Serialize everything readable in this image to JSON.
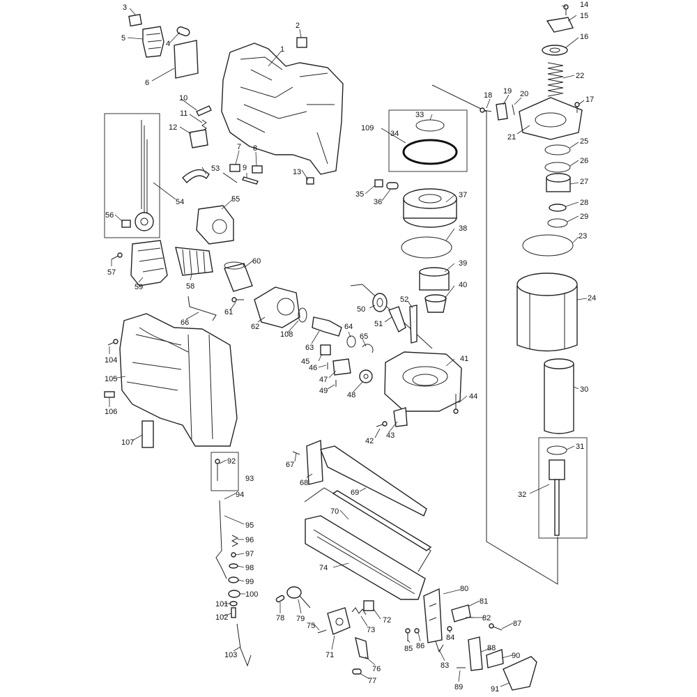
{
  "diagram": {
    "labels": [
      {
        "id": "p1",
        "text": "1"
      },
      {
        "id": "p2",
        "text": "2"
      },
      {
        "id": "p3",
        "text": "3"
      },
      {
        "id": "p4",
        "text": "4"
      },
      {
        "id": "p5",
        "text": "5"
      },
      {
        "id": "p6",
        "text": "6"
      },
      {
        "id": "p7",
        "text": "7"
      },
      {
        "id": "p8",
        "text": "8"
      },
      {
        "id": "p9",
        "text": "9"
      },
      {
        "id": "p10",
        "text": "10"
      },
      {
        "id": "p11",
        "text": "11"
      },
      {
        "id": "p12",
        "text": "12"
      },
      {
        "id": "p13",
        "text": "13"
      },
      {
        "id": "p14",
        "text": "14"
      },
      {
        "id": "p15",
        "text": "15"
      },
      {
        "id": "p16",
        "text": "16"
      },
      {
        "id": "p17",
        "text": "17"
      },
      {
        "id": "p18",
        "text": "18"
      },
      {
        "id": "p19",
        "text": "19"
      },
      {
        "id": "p20",
        "text": "20"
      },
      {
        "id": "p21",
        "text": "21"
      },
      {
        "id": "p22",
        "text": "22"
      },
      {
        "id": "p23",
        "text": "23"
      },
      {
        "id": "p24",
        "text": "24"
      },
      {
        "id": "p25",
        "text": "25"
      },
      {
        "id": "p26",
        "text": "26"
      },
      {
        "id": "p27",
        "text": "27"
      },
      {
        "id": "p28",
        "text": "28"
      },
      {
        "id": "p29",
        "text": "29"
      },
      {
        "id": "p30",
        "text": "30"
      },
      {
        "id": "p31",
        "text": "31"
      },
      {
        "id": "p32",
        "text": "32"
      },
      {
        "id": "p33",
        "text": "33"
      },
      {
        "id": "p34",
        "text": "34"
      },
      {
        "id": "p35",
        "text": "35"
      },
      {
        "id": "p36",
        "text": "36"
      },
      {
        "id": "p37",
        "text": "37"
      },
      {
        "id": "p38",
        "text": "38"
      },
      {
        "id": "p39",
        "text": "39"
      },
      {
        "id": "p40",
        "text": "40"
      },
      {
        "id": "p41",
        "text": "41"
      },
      {
        "id": "p42",
        "text": "42"
      },
      {
        "id": "p43",
        "text": "43"
      },
      {
        "id": "p44",
        "text": "44"
      },
      {
        "id": "p45",
        "text": "45"
      },
      {
        "id": "p46",
        "text": "46"
      },
      {
        "id": "p47",
        "text": "47"
      },
      {
        "id": "p48",
        "text": "48"
      },
      {
        "id": "p49",
        "text": "49"
      },
      {
        "id": "p50",
        "text": "50"
      },
      {
        "id": "p51",
        "text": "51"
      },
      {
        "id": "p52",
        "text": "52"
      },
      {
        "id": "p53",
        "text": "53"
      },
      {
        "id": "p54",
        "text": "54"
      },
      {
        "id": "p55",
        "text": "55"
      },
      {
        "id": "p56",
        "text": "56"
      },
      {
        "id": "p57",
        "text": "57"
      },
      {
        "id": "p58",
        "text": "58"
      },
      {
        "id": "p59",
        "text": "59"
      },
      {
        "id": "p60",
        "text": "60"
      },
      {
        "id": "p61",
        "text": "61"
      },
      {
        "id": "p62",
        "text": "62"
      },
      {
        "id": "p63",
        "text": "63"
      },
      {
        "id": "p64",
        "text": "64"
      },
      {
        "id": "p65",
        "text": "65"
      },
      {
        "id": "p66",
        "text": "66"
      },
      {
        "id": "p67",
        "text": "67"
      },
      {
        "id": "p68",
        "text": "68"
      },
      {
        "id": "p69",
        "text": "69"
      },
      {
        "id": "p70",
        "text": "70"
      },
      {
        "id": "p71",
        "text": "71"
      },
      {
        "id": "p72",
        "text": "72"
      },
      {
        "id": "p73",
        "text": "73"
      },
      {
        "id": "p74",
        "text": "74"
      },
      {
        "id": "p75",
        "text": "75"
      },
      {
        "id": "p76",
        "text": "76"
      },
      {
        "id": "p77",
        "text": "77"
      },
      {
        "id": "p78",
        "text": "78"
      },
      {
        "id": "p79",
        "text": "79"
      },
      {
        "id": "p80",
        "text": "80"
      },
      {
        "id": "p81",
        "text": "81"
      },
      {
        "id": "p82",
        "text": "82"
      },
      {
        "id": "p83",
        "text": "83"
      },
      {
        "id": "p84",
        "text": "84"
      },
      {
        "id": "p85",
        "text": "85"
      },
      {
        "id": "p86",
        "text": "86"
      },
      {
        "id": "p87",
        "text": "87"
      },
      {
        "id": "p88",
        "text": "88"
      },
      {
        "id": "p89",
        "text": "89"
      },
      {
        "id": "p90",
        "text": "90"
      },
      {
        "id": "p91",
        "text": "91"
      },
      {
        "id": "p92",
        "text": "92"
      },
      {
        "id": "p93",
        "text": "93"
      },
      {
        "id": "p94",
        "text": "94"
      },
      {
        "id": "p95",
        "text": "95"
      },
      {
        "id": "p96",
        "text": "96"
      },
      {
        "id": "p97",
        "text": "97"
      },
      {
        "id": "p98",
        "text": "98"
      },
      {
        "id": "p99",
        "text": "99"
      },
      {
        "id": "p100",
        "text": "100"
      },
      {
        "id": "p101",
        "text": "101"
      },
      {
        "id": "p102",
        "text": "102"
      },
      {
        "id": "p103",
        "text": "103"
      },
      {
        "id": "p104",
        "text": "104"
      },
      {
        "id": "p105",
        "text": "105"
      },
      {
        "id": "p106",
        "text": "106"
      },
      {
        "id": "p107",
        "text": "107"
      },
      {
        "id": "p108",
        "text": "108"
      },
      {
        "id": "p109",
        "text": "109"
      }
    ],
    "colors": {
      "line": "#222222",
      "background": "#ffffff"
    }
  }
}
